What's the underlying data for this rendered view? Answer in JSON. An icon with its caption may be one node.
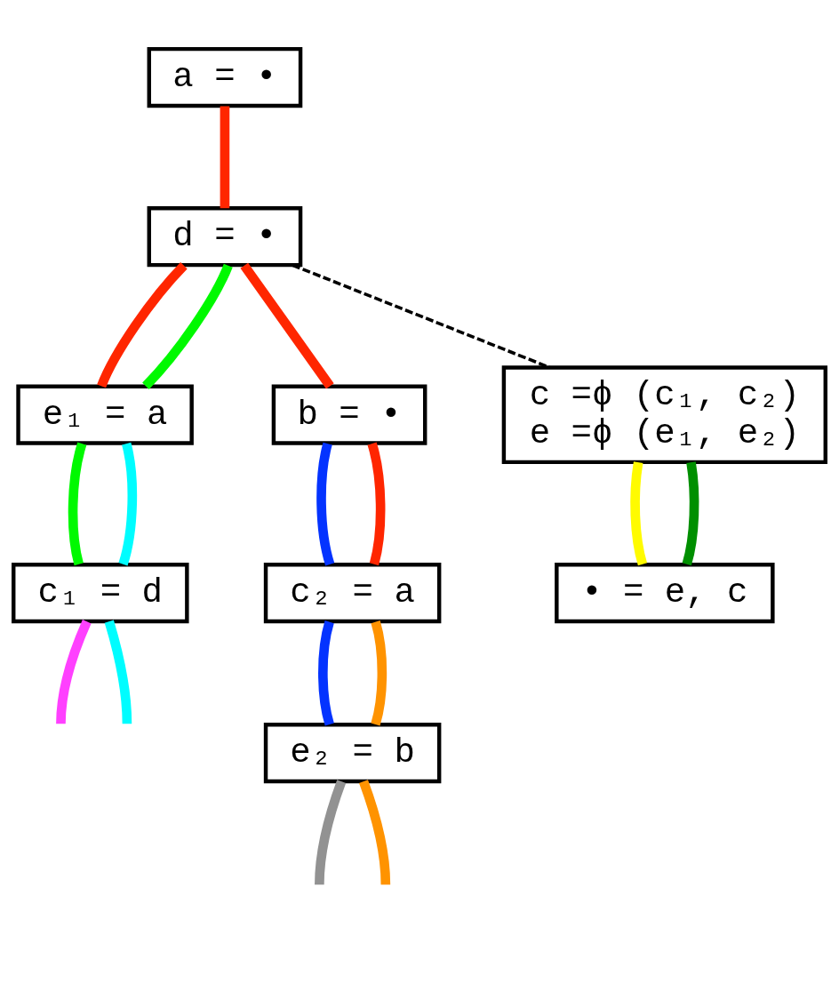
{
  "diagram": {
    "nodes": [
      {
        "text": [
          "a = •"
        ]
      },
      {
        "text": [
          "d = •"
        ]
      },
      {
        "text": [
          "e₁ = a"
        ]
      },
      {
        "text": [
          "b = •"
        ]
      },
      {
        "text": [
          "c₁ = d"
        ]
      },
      {
        "text": [
          "c =ϕ (c₁, c₂)",
          "e =ϕ (e₁, e₂)"
        ]
      },
      {
        "text": [
          "c₂ = a"
        ]
      },
      {
        "text": [
          "e₂ = b"
        ]
      },
      {
        "text": [
          "• = e, c"
        ]
      }
    ],
    "edges": [
      {
        "from": 0,
        "to": 1,
        "arrow": "none",
        "color": "#ff2600"
      },
      {
        "from": 1,
        "to": 2,
        "arrow": "none",
        "color": "#ff2600"
      },
      {
        "from": 1,
        "to": 2,
        "arrow": "none",
        "color": "#00f900"
      },
      {
        "from": 1,
        "to": 5,
        "arrow": "none",
        "style": "dashed",
        "color": "#000000"
      },
      {
        "from": 1,
        "to": 3,
        "arrow": "none",
        "color": "#ff2600"
      },
      {
        "from": 3,
        "to": 6,
        "arrow": "none",
        "color": "#0433ff"
      },
      {
        "from": 3,
        "to": 6,
        "arrow": "none",
        "color": "#ff2600"
      },
      {
        "from": 2,
        "to": 4,
        "arrow": "none",
        "color": "#00f900"
      },
      {
        "from": 2,
        "to": 4,
        "arrow": "none",
        "color": "#00fdff"
      },
      {
        "from": 4,
        "to": null,
        "arrow": "none",
        "color": "#ff40ff"
      },
      {
        "from": 4,
        "to": null,
        "arrow": "none",
        "color": "#00fdff"
      },
      {
        "from": 6,
        "to": 7,
        "arrow": "none",
        "color": "#0433ff"
      },
      {
        "from": 6,
        "to": 7,
        "arrow": "none",
        "color": "#ff9300"
      },
      {
        "from": 7,
        "to": null,
        "arrow": "none",
        "color": "#929292"
      },
      {
        "from": 7,
        "to": null,
        "arrow": "none",
        "color": "#ff9300"
      },
      {
        "from": 5,
        "to": 8,
        "arrow": "none",
        "color": "#fffb00"
      },
      {
        "from": 5,
        "to": 8,
        "arrow": "none",
        "color": "#008f00"
      }
    ]
  }
}
